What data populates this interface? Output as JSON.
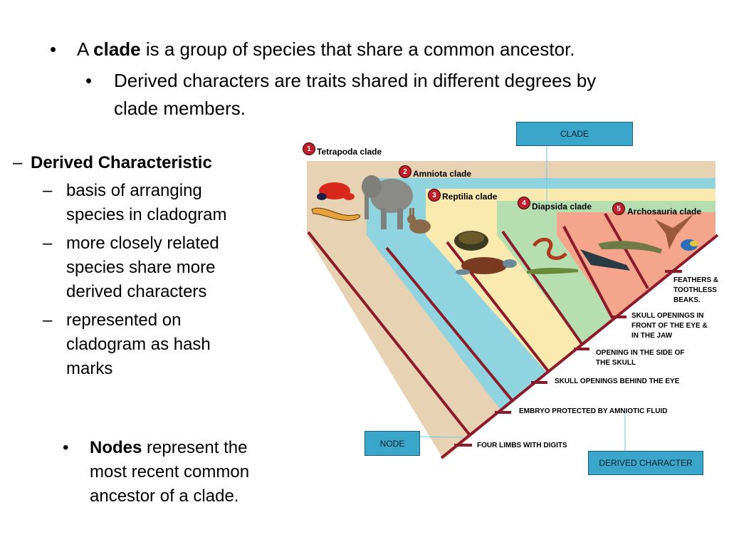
{
  "slide": {
    "bullet1": {
      "prefix": "A ",
      "bold": "clade",
      "rest": " is a group of species that share a common ancestor."
    },
    "bullet2": {
      "line1": "Derived characters are traits shared in different degrees by",
      "line2": "clade members."
    },
    "derived": {
      "heading": "Derived Characteristic",
      "items": [
        [
          "basis of arranging",
          "species in cladogram"
        ],
        [
          "more closely related",
          "species share more",
          "derived characters"
        ],
        [
          "represented on",
          "cladogram as hash",
          "marks"
        ]
      ]
    },
    "nodes": {
      "bold": "Nodes",
      "line1": " represent the",
      "line2": "most recent common",
      "line3": "ancestor of a clade."
    }
  },
  "diagram": {
    "clade_box": "CLADE",
    "node_box": "NODE",
    "derived_box": "DERIVED CHARACTER",
    "clades": [
      {
        "num": "1",
        "label": "Tetrapoda clade",
        "color": "#e8d2b4"
      },
      {
        "num": "2",
        "label": "Amniota clade",
        "color": "#8fd4de"
      },
      {
        "num": "3",
        "label": "Reptilia clade",
        "color": "#fbeab0"
      },
      {
        "num": "4",
        "label": "Diapsida clade",
        "color": "#b7deb0"
      },
      {
        "num": "5",
        "label": "Archosauria clade",
        "color": "#f6a58d"
      }
    ],
    "characters": [
      [
        "FEATHERS &",
        "TOOTHLESS",
        "BEAKS."
      ],
      [
        "SKULL OPENINGS IN",
        "FRONT OF THE EYE &",
        "IN THE JAW"
      ],
      [
        "OPENING IN THE SIDE OF",
        "THE SKULL"
      ],
      [
        "SKULL OPENINGS BEHIND THE EYE"
      ],
      [
        "EMBRYO PROTECTED BY AMNIOTIC FLUID"
      ],
      [
        "FOUR LIMBS WITH DIGITS"
      ]
    ],
    "branch_color": "#8b1a2b"
  }
}
